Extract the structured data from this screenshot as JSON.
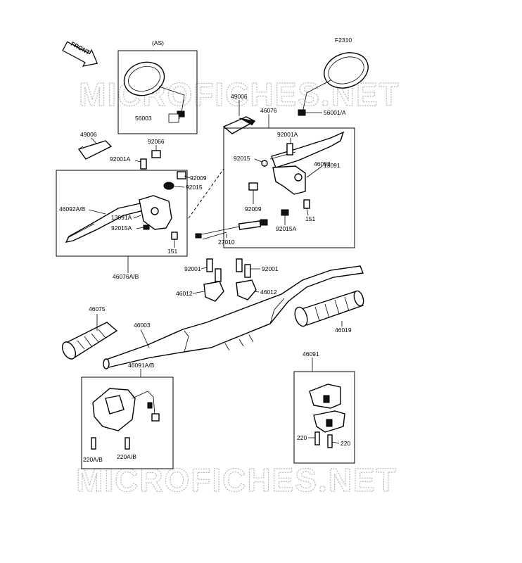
{
  "figure_code": "F2310",
  "front_label": "FRONT",
  "watermark": "MICROFICHES.NET",
  "callouts": {
    "as": "(AS)",
    "p56003": "56003",
    "p49006_left": "49006",
    "p49006_center": "49006",
    "p46076": "46076",
    "p56001a": "56001/A",
    "p92066": "92066",
    "p92001a_right": "92001A",
    "p46092": "46092",
    "p92015_right": "92015",
    "p13091_right": "13091",
    "p92009_right": "92009",
    "p151_right": "151",
    "p92015a_right": "92015A",
    "p27010": "27010",
    "p92001a_left": "92001A",
    "p92009_left": "92009",
    "p92015_left": "92015",
    "p46092ab": "46092A/B",
    "p13091a": "13091A",
    "p92015a_left": "92015A",
    "p151_left": "151",
    "p46076ab": "46076A/B",
    "p92001_left": "92001",
    "p92001_right": "92001",
    "p46012_left": "46012",
    "p46012_right": "46012",
    "p46075": "46075",
    "p46003": "46003",
    "p46019": "46019",
    "p46091ab": "46091A/B",
    "p46091": "46091",
    "p220ab_left": "220A/B",
    "p220ab_right": "220A/B",
    "p220_left": "220",
    "p220_right": "220"
  }
}
